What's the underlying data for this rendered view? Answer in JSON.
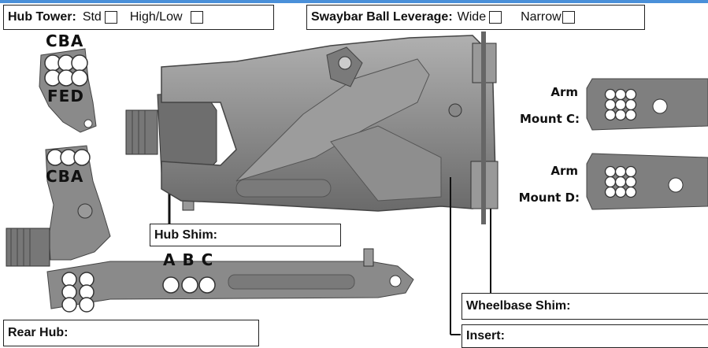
{
  "hub_tower": {
    "label": "Hub Tower:",
    "opt1": "Std",
    "opt2": "High/Low"
  },
  "swaybar": {
    "label": "Swaybar Ball Leverage:",
    "opt1": "Wide",
    "opt2": "Narrow"
  },
  "hub_shim": {
    "label": "Hub Shim:"
  },
  "rear_hub": {
    "label": "Rear Hub:"
  },
  "wheelbase_shim": {
    "label": "Wheelbase Shim:"
  },
  "insert": {
    "label": "Insert:"
  },
  "arm_mount_c": {
    "line1": "Arm",
    "line2": "Mount C:"
  },
  "arm_mount_d": {
    "line1": "Arm",
    "line2": "Mount D:"
  },
  "hub_letters_top": "CBA",
  "hub_letters_bottom": "FED",
  "rear_hub_letters": "CBA",
  "link_letters": "A B C",
  "colors": {
    "accent": "#4a90d9",
    "part_fill": "#8a8a8a",
    "part_dark": "#5e5e5e"
  }
}
